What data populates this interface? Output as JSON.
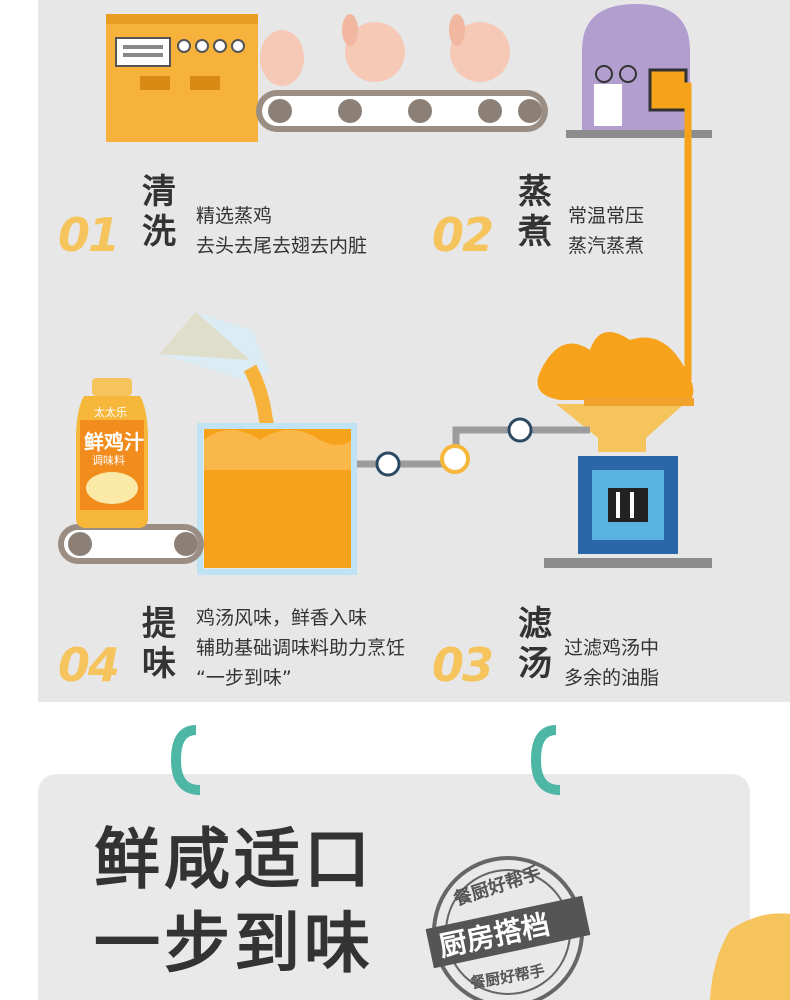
{
  "steps": [
    {
      "num": "01",
      "title": "清洗",
      "lines": [
        "精选蒸鸡",
        "去头去尾去翅去内脏"
      ]
    },
    {
      "num": "02",
      "title": "蒸煮",
      "lines": [
        "常温常压",
        "蒸汽蒸煮"
      ]
    },
    {
      "num": "03",
      "title": "滤汤",
      "lines": [
        "过滤鸡汤中",
        "多余的油脂"
      ]
    },
    {
      "num": "04",
      "title": "提味",
      "lines": [
        "鸡汤风味，鲜香入味",
        "辅助基础调味料助力烹饪",
        "“一步到味”"
      ]
    }
  ],
  "bottle": {
    "brand": "太太乐",
    "name": "鲜鸡汁",
    "sub": "调味料"
  },
  "slogan": {
    "line1": "鲜咸适口",
    "line2": "一步到味"
  },
  "stamp": {
    "top": "餐厨好帮手",
    "middle": "厨房搭档",
    "bottom": "餐厨好帮手"
  },
  "colors": {
    "accent": "#f6c45d",
    "orange": "#f7a21b",
    "teal": "#4db6a4",
    "text": "#333333"
  }
}
